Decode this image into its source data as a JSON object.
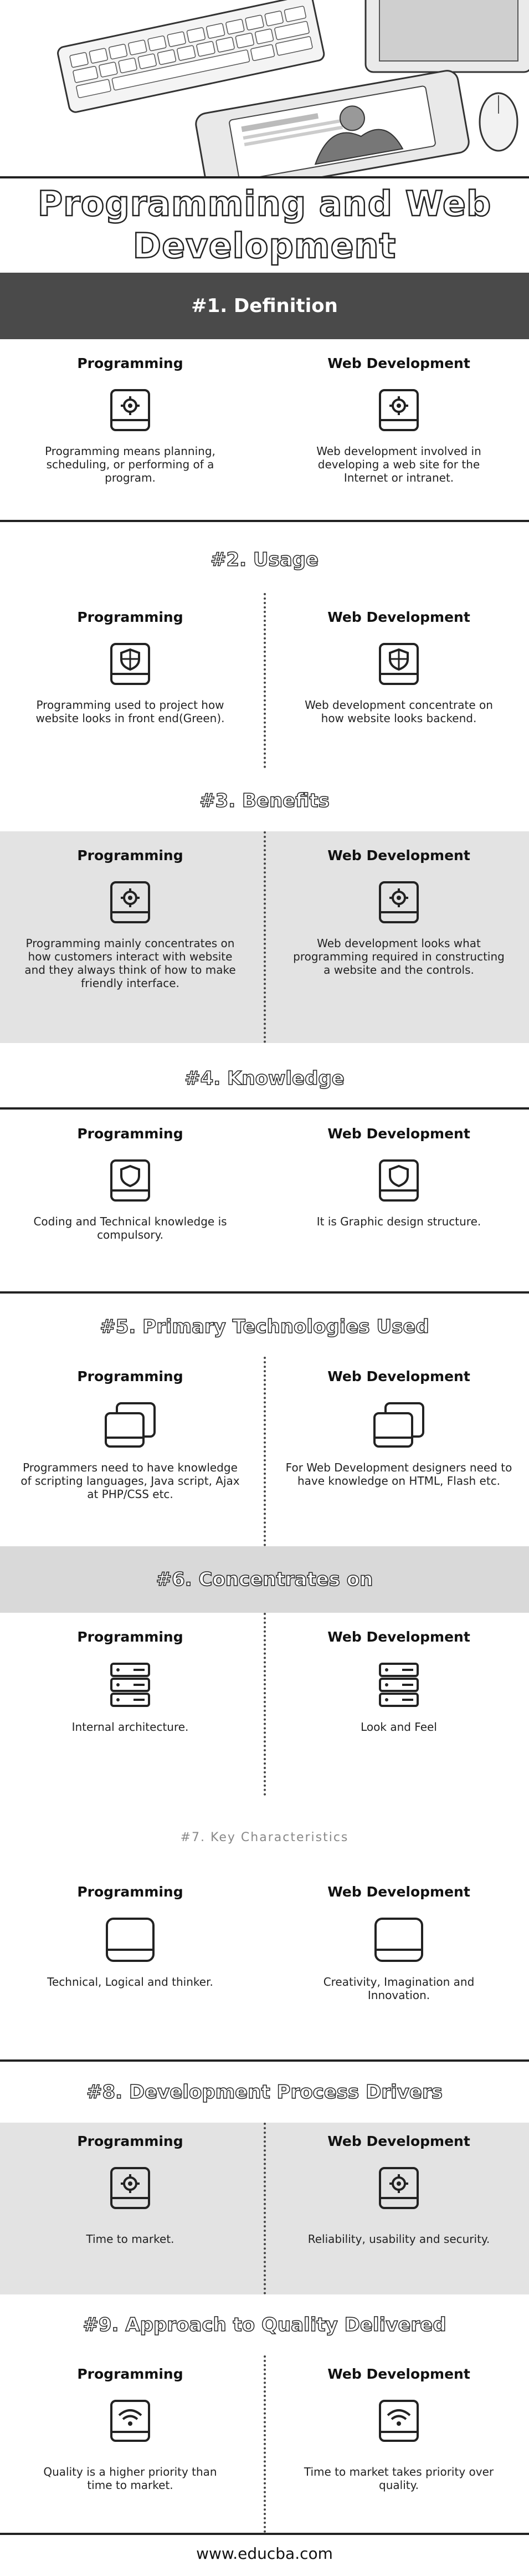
{
  "title": "Programming and Web Development",
  "column_labels": {
    "left": "Programming",
    "right": "Web Development"
  },
  "sections": [
    {
      "key": "definition",
      "title": "#1. Definition",
      "icon": "gear-drive-icon",
      "left": "Programming means planning, scheduling, or performing of a program.",
      "right": "Web development involved in developing a web site for the Internet or intranet."
    },
    {
      "key": "usage",
      "title": "#2. Usage",
      "icon": "shield-icon",
      "left": "Programming used to project how website looks in front end(Green).",
      "right": "Web development concentrate on how website looks backend."
    },
    {
      "key": "benefits",
      "title": "#3. Benefits",
      "icon": "gear-drive-icon",
      "left": "Programming mainly concentrates on how customers interact with website and they always think of how to make friendly interface.",
      "right": "Web development looks what programming required in constructing a website and the controls."
    },
    {
      "key": "knowledge",
      "title": "#4. Knowledge",
      "icon": "shield-icon",
      "left": "Coding and Technical knowledge is compulsory.",
      "right": "It is Graphic design structure."
    },
    {
      "key": "technologies",
      "title": "#5. Primary Technologies Used",
      "icon": "stacked-drives-icon",
      "left": "Programmers need to have knowledge of scripting languages, Java script, Ajax at PHP/CSS etc.",
      "right": "For Web Development designers need to have knowledge on HTML, Flash etc."
    },
    {
      "key": "concentrates",
      "title": "#6. Concentrates on",
      "icon": "server-rack-icon",
      "left": "Internal architecture.",
      "right": "Look and Feel"
    },
    {
      "key": "characteristics",
      "title": "#7. Key Characteristics",
      "icon": "drive-icon",
      "left": "Technical, Logical and thinker.",
      "right": "Creativity, Imagination and Innovation."
    },
    {
      "key": "drivers",
      "title": "#8. Development Process Drivers",
      "icon": "gear-drive-icon",
      "left": "Time to market.",
      "right": "Reliability, usability and security."
    },
    {
      "key": "quality",
      "title": "#9. Approach to Quality Delivered",
      "icon": "wifi-drive-icon",
      "left": "Quality is a higher priority than time to market.",
      "right": "Time to market takes priority over quality."
    }
  ],
  "footer": "www.educba.com",
  "colors": {
    "dark_band": "#4a4a4a",
    "grey_band": "#d9d9d9",
    "grey_body": "#e3e3e3",
    "rule": "#222222"
  }
}
